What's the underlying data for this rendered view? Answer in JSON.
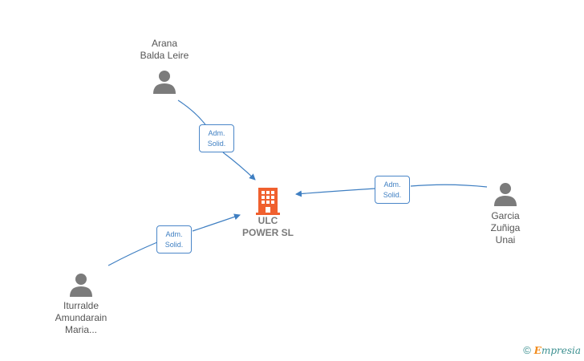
{
  "company": {
    "line1": "ULC",
    "line2": "POWER  SL"
  },
  "people": [
    {
      "lines": [
        "Arana",
        "Balda Leire"
      ]
    },
    {
      "lines": [
        "Garcia",
        "Zuñiga",
        "Unai"
      ]
    },
    {
      "lines": [
        "Iturralde",
        "Amundarain",
        "Maria..."
      ]
    }
  ],
  "relations": [
    {
      "line1": "Adm.",
      "line2": "Solid."
    },
    {
      "line1": "Adm.",
      "line2": "Solid."
    },
    {
      "line1": "Adm.",
      "line2": "Solid."
    }
  ],
  "watermark": {
    "copyright": "©",
    "brand_first": "E",
    "brand_rest": "mpresia"
  },
  "colors": {
    "company_icon": "#f0602e",
    "person_icon": "#7b7b7b",
    "edge": "#3f7fc2"
  }
}
